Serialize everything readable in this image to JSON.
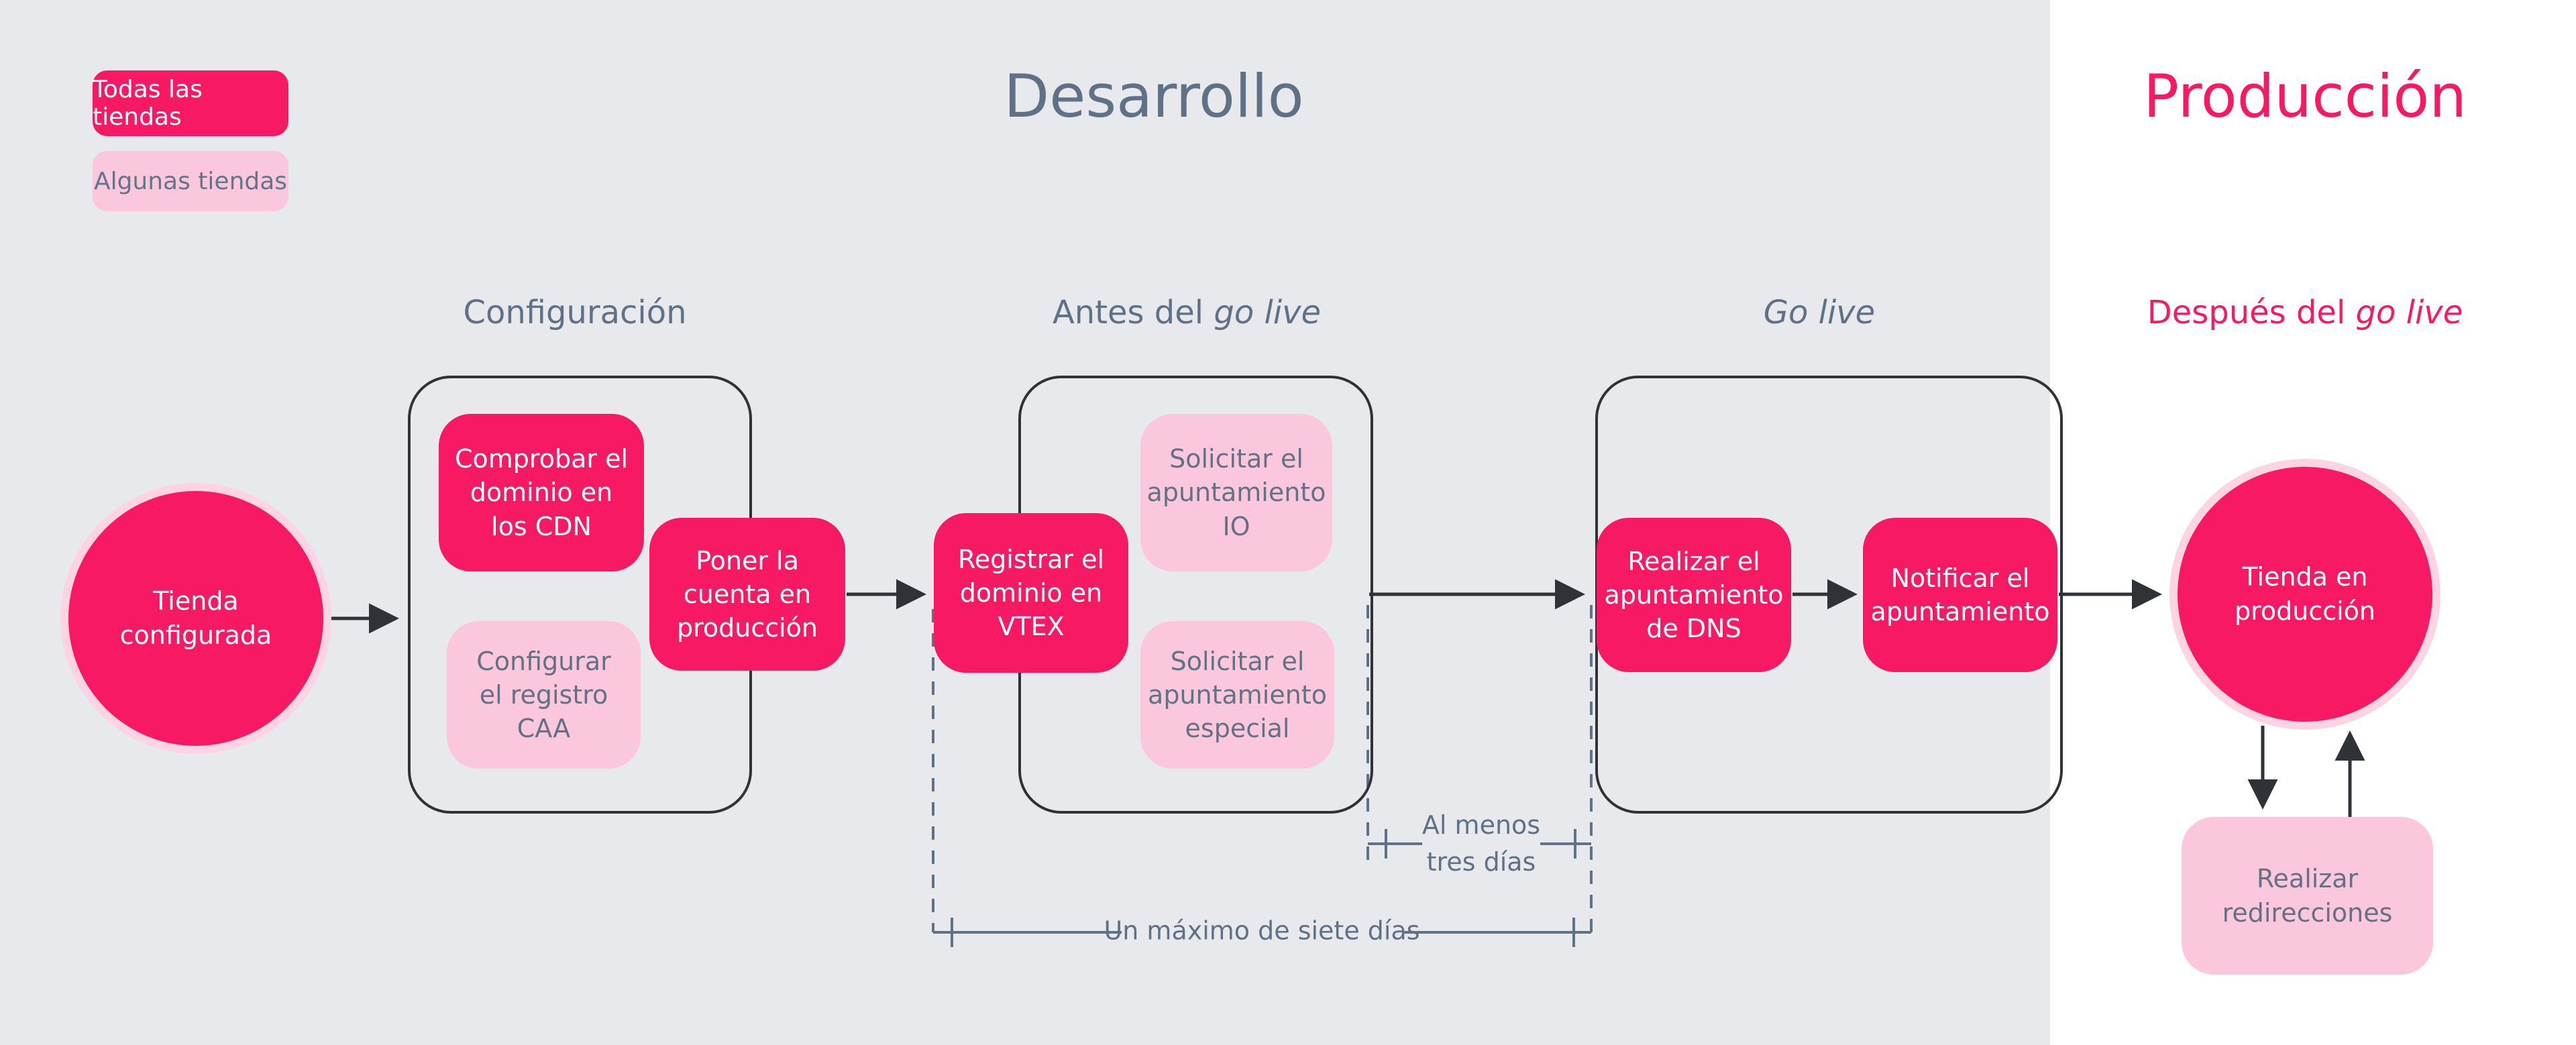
{
  "legend": {
    "all_stores": "Todas las tiendas",
    "some_stores": "Algunas tiendas"
  },
  "sections": {
    "development": "Desarrollo",
    "production": "Producción"
  },
  "phases": {
    "configuration": "Configuración",
    "before_golive_prefix": "Antes del ",
    "before_golive_italic": "go live",
    "golive": "Go live",
    "after_golive_prefix": "Después del ",
    "after_golive_italic": "go live"
  },
  "nodes": {
    "store_configured": "Tienda configurada",
    "check_domain_cdn": "Comprobar el dominio en los CDN",
    "configure_caa": "Configurar el registro CAA",
    "account_production": "Poner la cuenta en producción",
    "register_domain": "Registrar el dominio en VTEX",
    "request_io": "Solicitar el apuntamiento IO",
    "request_special": "Solicitar el apuntamiento especial",
    "dns_pointing": "Realizar el apuntamiento de DNS",
    "notify_pointing": "Notificar el apuntamiento",
    "store_production": "Tienda en producción",
    "redirects": "Realizar redirecciones"
  },
  "annotations": {
    "min_days_line1": "Al menos",
    "min_days_line2": "tres días",
    "max_days": "Un máximo de siete días"
  },
  "colors": {
    "accent_pink": "#F71963",
    "light_pink": "#FAC7DC",
    "ring_pink": "#FCD4E4",
    "slate_text": "#5E7186",
    "background_gray": "#E8E9ED",
    "line_dark": "#2F3338"
  }
}
